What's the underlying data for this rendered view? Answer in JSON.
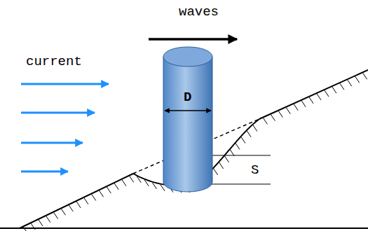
{
  "diagram": {
    "nodes": [
      {
        "text": [
          "D"
        ]
      }
    ],
    "labels": [
      "waves",
      "current",
      "S"
    ]
  }
}
